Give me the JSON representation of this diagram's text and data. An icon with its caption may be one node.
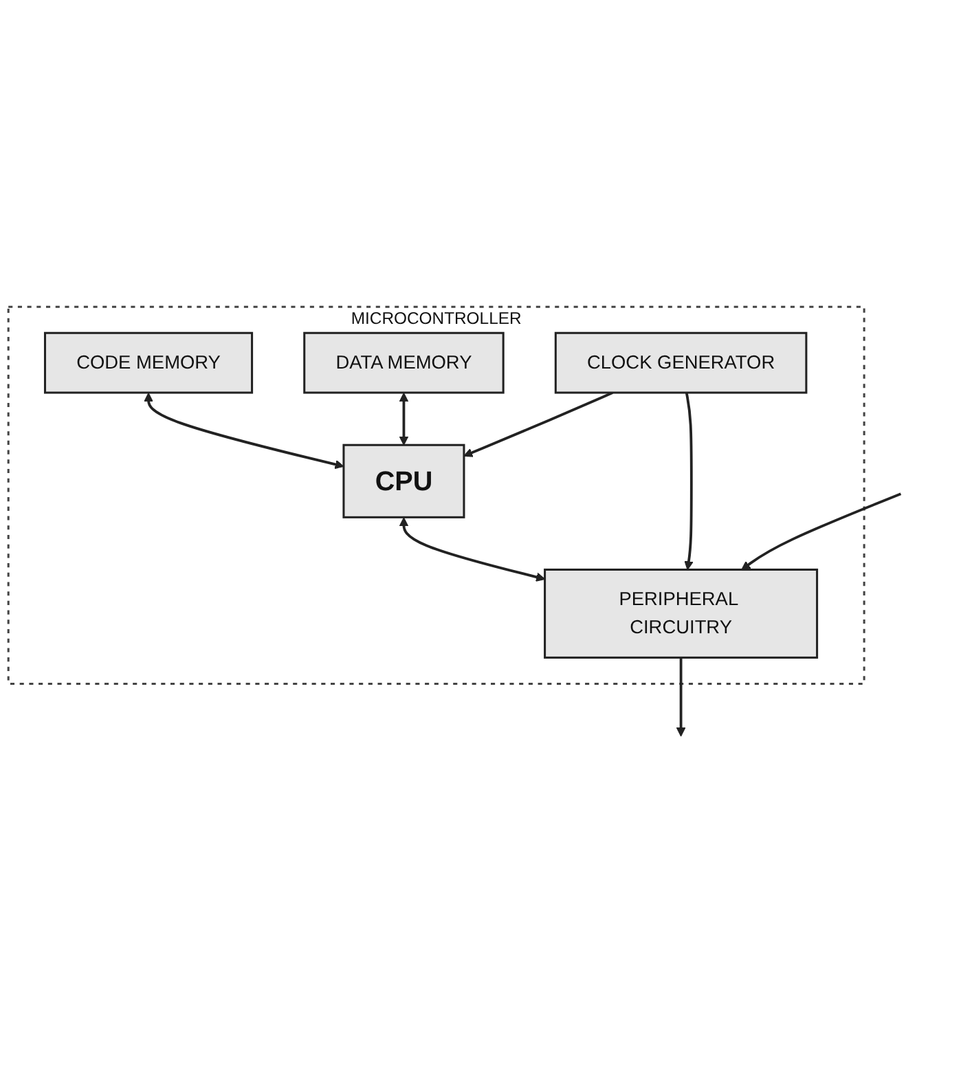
{
  "diagram": {
    "nodes": [
      {
        "text": [
          "MICROCONTROLLER"
        ]
      },
      {
        "text": [
          "CODE MEMORY"
        ],
        "in": 0
      },
      {
        "text": [
          "DATA MEMORY"
        ],
        "in": 0
      },
      {
        "text": [
          "CLOCK GENERATOR"
        ],
        "in": 0
      },
      {
        "text": [
          "CPU"
        ],
        "in": 0
      },
      {
        "text": [
          "PERIPHERAL CIRCUITRY"
        ],
        "in": 0
      }
    ],
    "edges": [
      {
        "from": 1,
        "to": 4,
        "arrow": "both"
      },
      {
        "from": 2,
        "to": 4,
        "arrow": "both"
      },
      {
        "from": 3,
        "to": 4,
        "arrow": "to"
      },
      {
        "from": 3,
        "to": 5,
        "arrow": "to"
      },
      {
        "from": 4,
        "to": 5,
        "arrow": "both"
      },
      {
        "from": null,
        "to": 5,
        "arrow": "to"
      },
      {
        "from": 5,
        "to": null,
        "arrow": "to"
      }
    ]
  }
}
